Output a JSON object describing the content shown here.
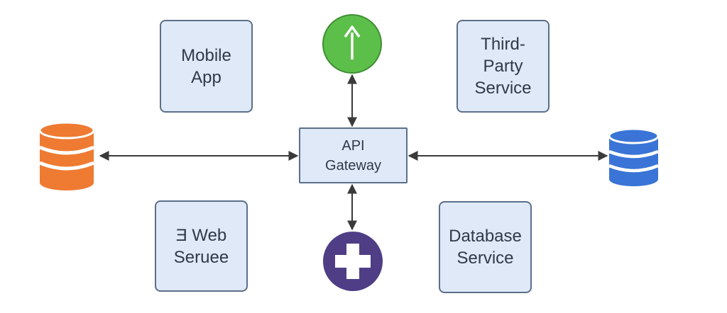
{
  "nodes": {
    "mobile_app": {
      "label": "Mobile\nApp"
    },
    "third_party": {
      "label": "Third-\nParty\nService"
    },
    "web_service": {
      "label": "Ǝ Web\nSeruee"
    },
    "database_service": {
      "label": "Database\nService"
    },
    "api_gateway": {
      "label": "API\nGateway"
    }
  },
  "icons": {
    "top": {
      "name": "up-arrow-icon",
      "color": "#5cbf4a"
    },
    "bottom": {
      "name": "plus-icon",
      "color": "#4f3d86"
    },
    "left": {
      "name": "database-icon",
      "color": "#ef7a32"
    },
    "right": {
      "name": "database-icon",
      "color": "#3a74d6"
    }
  },
  "colors": {
    "box_fill": "#dfe9f7",
    "box_border": "#5b6f89",
    "connector": "#3a3a3a"
  }
}
